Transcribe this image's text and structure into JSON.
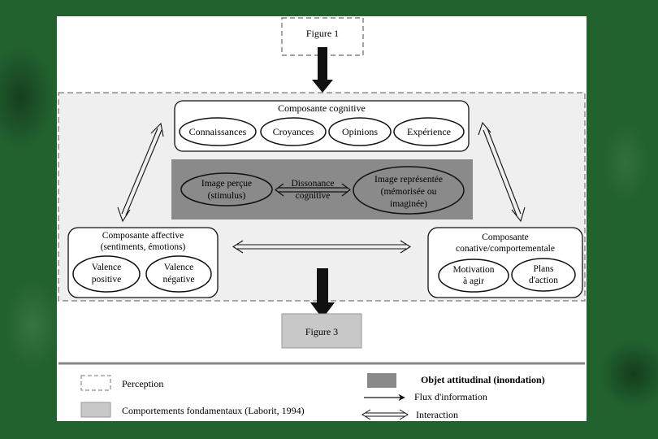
{
  "figure_top_label": "Figure 1",
  "figure_bottom_label": "Figure 3",
  "cognitive": {
    "title": "Composante cognitive",
    "items": [
      "Connaissances",
      "Croyances",
      "Opinions",
      "Expérience"
    ]
  },
  "attitudinal_image": {
    "perceived": [
      "Image perçue",
      "(stimulus)"
    ],
    "dissonance": [
      "Dissonance",
      "cognitive"
    ],
    "represented": [
      "Image représentée",
      "(mémorisée ou",
      "imaginée)"
    ]
  },
  "affective": {
    "title_lines": [
      "Composante affective",
      "(sentiments, émotions)"
    ],
    "items": [
      [
        "Valence",
        "positive"
      ],
      [
        "Valence",
        "négative"
      ]
    ]
  },
  "conative": {
    "title_lines": [
      "Composante",
      "conative/comportementale"
    ],
    "items": [
      [
        "Motivation",
        "à agir"
      ],
      [
        "Plans",
        "d'action"
      ]
    ]
  },
  "legend": {
    "perception": "Perception",
    "attitudinal_object": "Objet attitudinal (inondation)",
    "fundamental_behaviours": "Comportements fondamentaux (Laborit, 1994)",
    "information_flow": "Flux d'information",
    "interaction": "Interaction"
  },
  "colors": {
    "background_green": "#22622f",
    "panel_gray": "#efefef",
    "dark_gray": "#8a8a8a",
    "light_gray": "#c8c8c8"
  }
}
